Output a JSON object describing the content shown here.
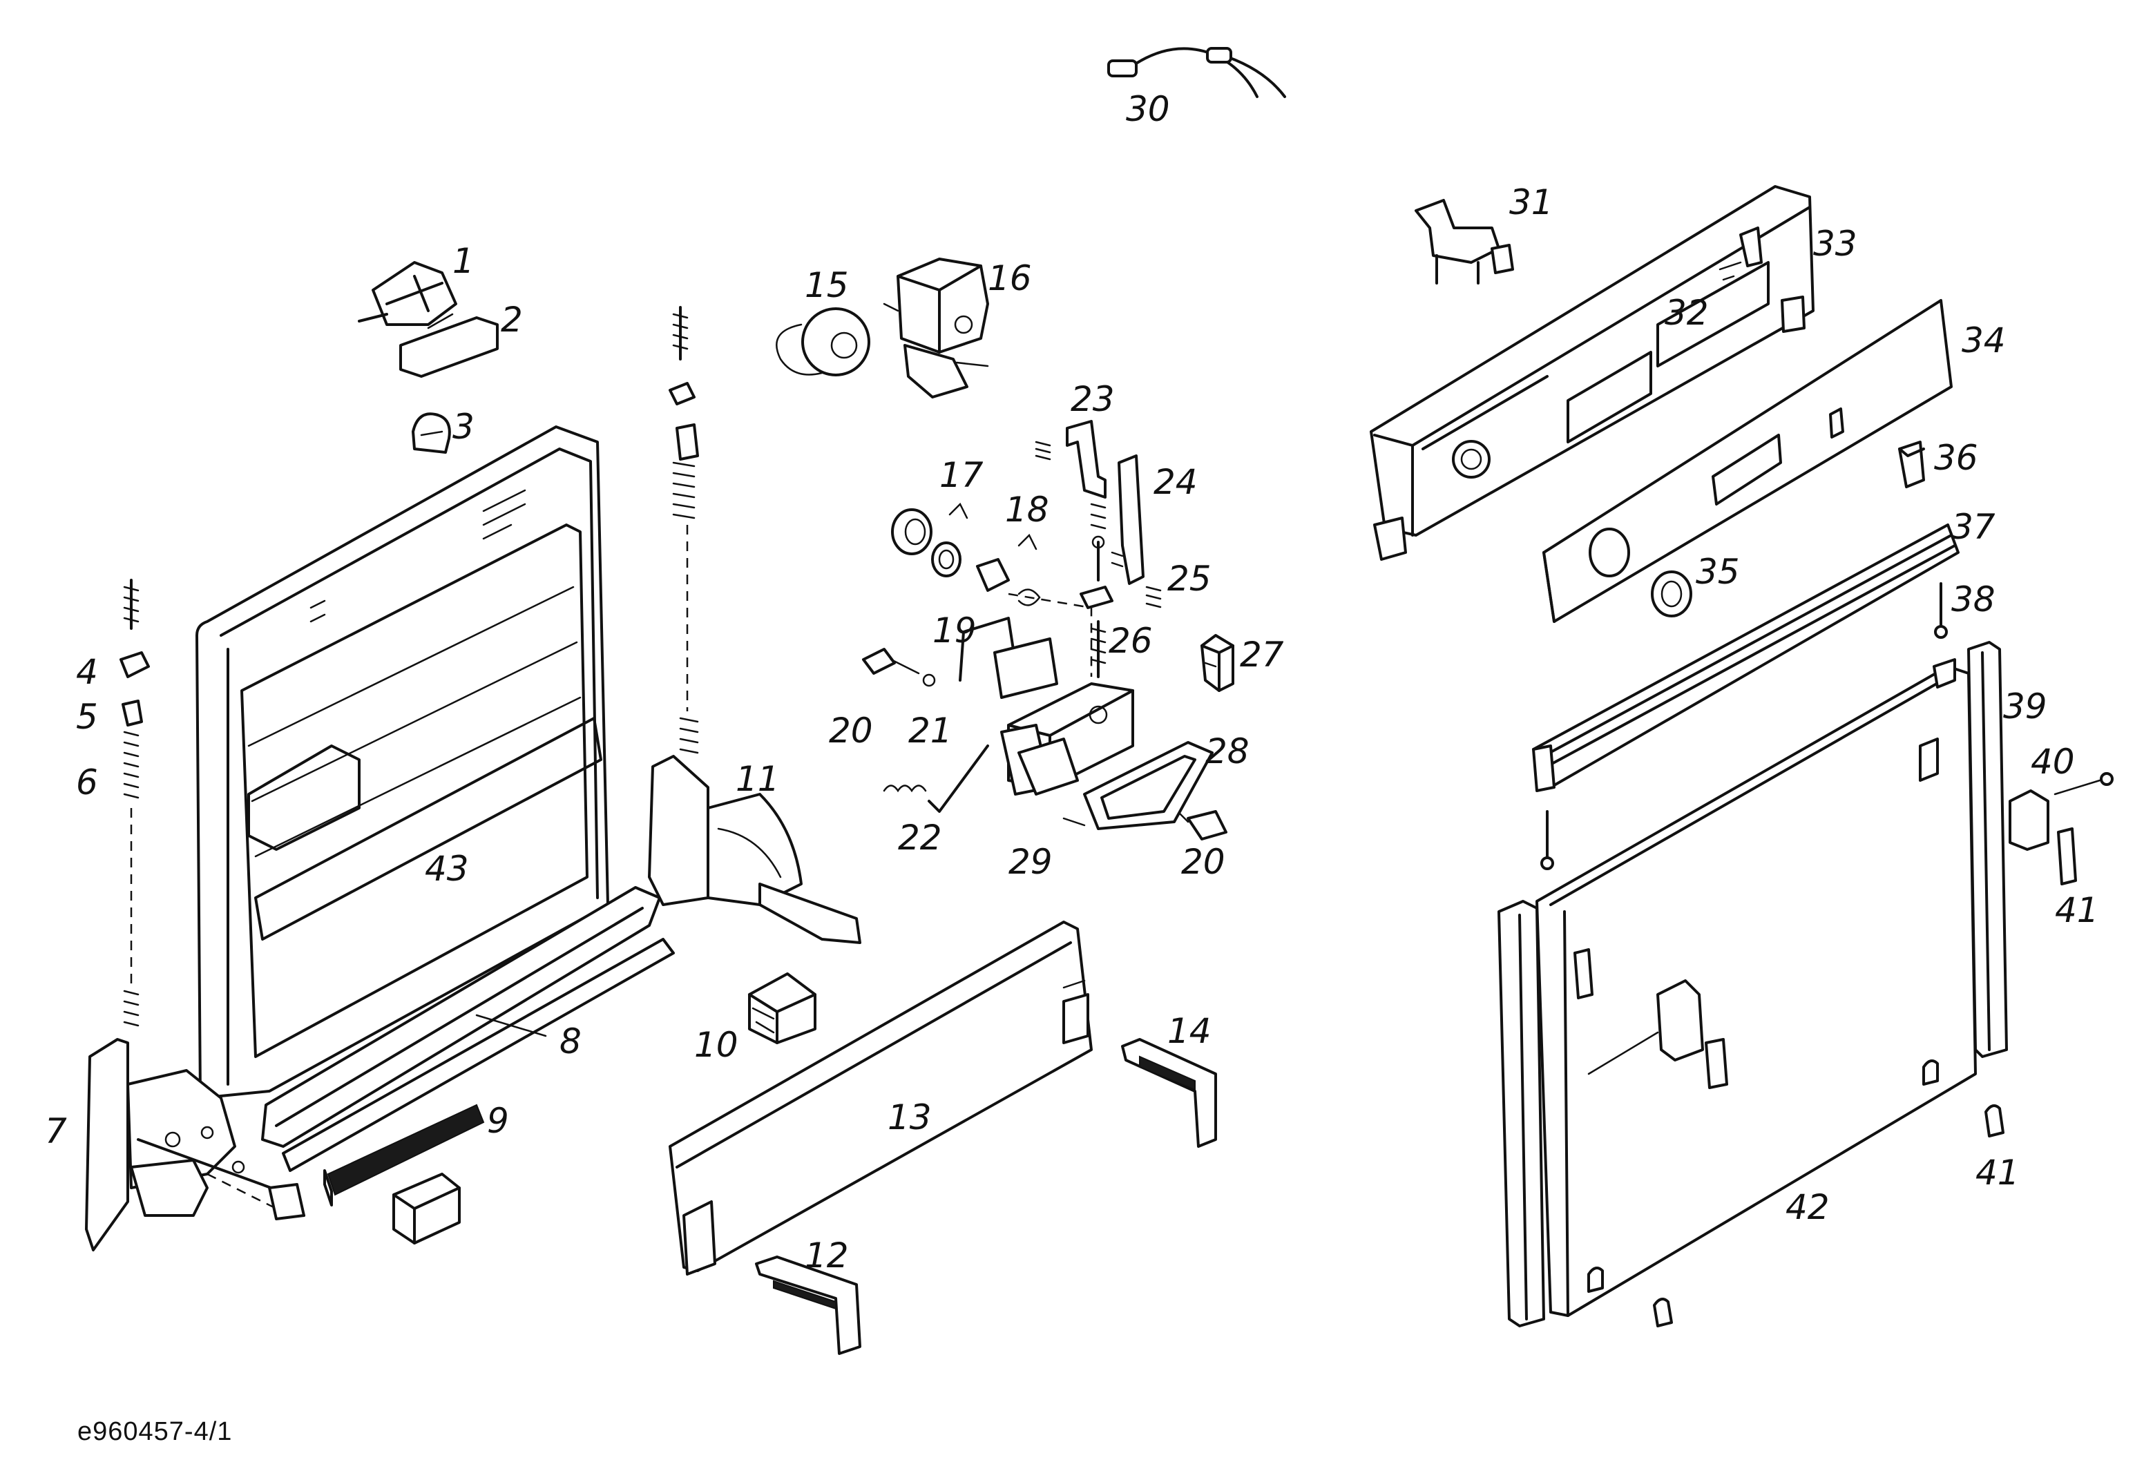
{
  "footer": {
    "reference": "e960457-4/1"
  },
  "callouts": {
    "c1": "1",
    "c2": "2",
    "c3": "3",
    "c4": "4",
    "c5": "5",
    "c6": "6",
    "c7": "7",
    "c8": "8",
    "c9": "9",
    "c10": "10",
    "c11": "11",
    "c12": "12",
    "c13": "13",
    "c14": "14",
    "c15": "15",
    "c16": "16",
    "c17": "17",
    "c18": "18",
    "c19": "19",
    "c20a": "20",
    "c20b": "20",
    "c21": "21",
    "c22": "22",
    "c23": "23",
    "c24": "24",
    "c25": "25",
    "c26": "26",
    "c27": "27",
    "c28": "28",
    "c29": "29",
    "c30": "30",
    "c31": "31",
    "c32": "32",
    "c33": "33",
    "c34": "34",
    "c35": "35",
    "c36": "36",
    "c37": "37",
    "c38": "38",
    "c39": "39",
    "c40": "40",
    "c41a": "41",
    "c41b": "41",
    "c42": "42",
    "c43": "43"
  }
}
